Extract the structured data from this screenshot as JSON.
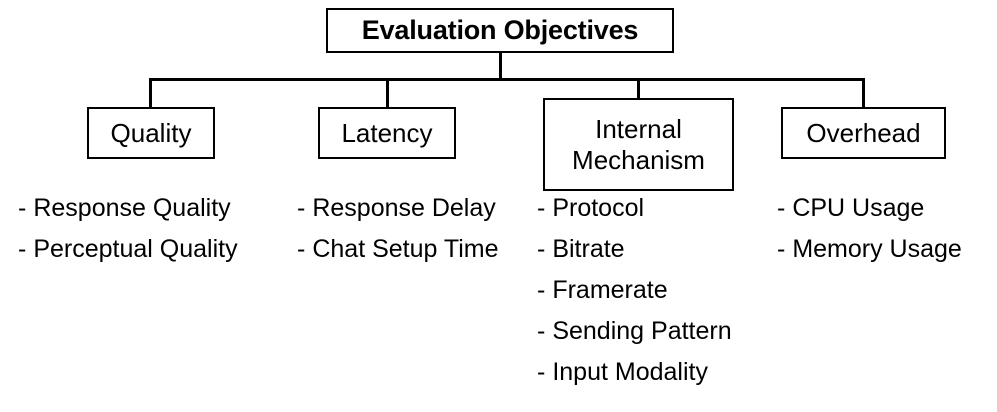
{
  "diagram": {
    "title": "Evaluation Objectives",
    "type": "tree-hierarchy",
    "root": {
      "label": "Evaluation Objectives"
    },
    "branches": [
      {
        "id": "quality",
        "label": "Quality",
        "items": [
          {
            "bullet": "-",
            "label": "Response Quality"
          },
          {
            "bullet": "-",
            "label": "Perceptual Quality"
          }
        ]
      },
      {
        "id": "latency",
        "label": "Latency",
        "items": [
          {
            "bullet": "-",
            "label": "Response Delay"
          },
          {
            "bullet": "-",
            "label": "Chat Setup Time"
          }
        ]
      },
      {
        "id": "internal-mechanism",
        "label": "Internal\nMechanism",
        "items": [
          {
            "bullet": "-",
            "label": "Protocol"
          },
          {
            "bullet": "-",
            "label": "Bitrate"
          },
          {
            "bullet": "-",
            "label": "Framerate"
          },
          {
            "bullet": "-",
            "label": "Sending Pattern"
          },
          {
            "bullet": "-",
            "label": "Input Modality"
          }
        ]
      },
      {
        "id": "overhead",
        "label": "Overhead",
        "items": [
          {
            "bullet": "-",
            "label": "CPU Usage"
          },
          {
            "bullet": "-",
            "label": "Memory Usage"
          }
        ]
      }
    ],
    "colors": {
      "background": "#ffffff",
      "stroke": "#000000",
      "text": "#000000"
    }
  }
}
